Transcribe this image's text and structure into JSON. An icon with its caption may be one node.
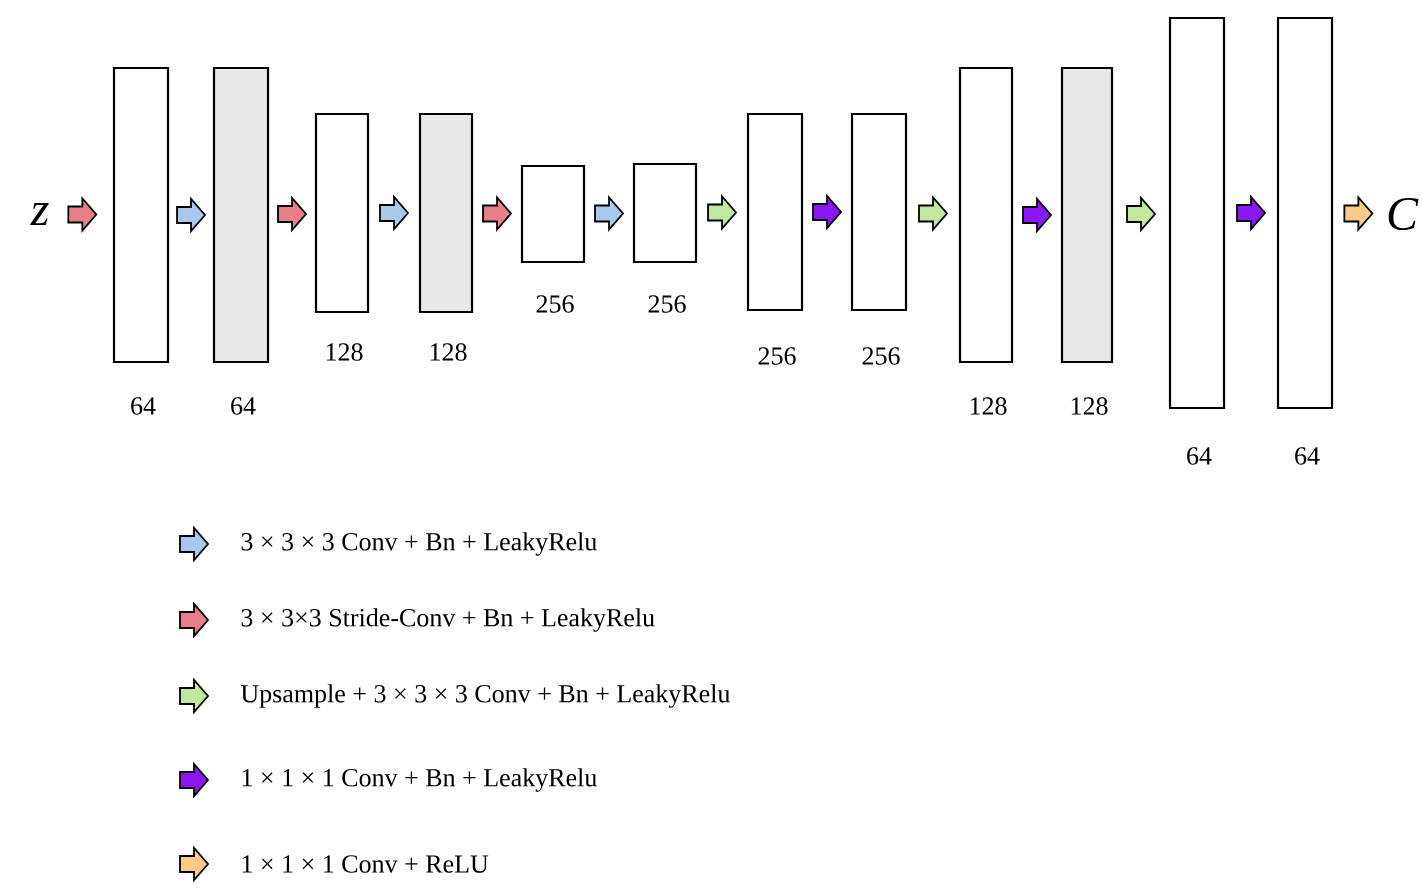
{
  "diagram": {
    "nodes": [
      {
        "text": [
          "z"
        ]
      },
      {
        "text": [],
        "shape": "box",
        "beside": [
          "64"
        ]
      },
      {
        "text": [],
        "shape": "box",
        "beside": [
          "64"
        ]
      },
      {
        "text": [],
        "shape": "box",
        "beside": [
          "128"
        ]
      },
      {
        "text": [],
        "shape": "box",
        "beside": [
          "128"
        ]
      },
      {
        "text": [],
        "shape": "box",
        "beside": [
          "256"
        ]
      },
      {
        "text": [],
        "shape": "box",
        "beside": [
          "256"
        ]
      },
      {
        "text": [],
        "shape": "box",
        "beside": [
          "256"
        ]
      },
      {
        "text": [],
        "shape": "box",
        "beside": [
          "256"
        ]
      },
      {
        "text": [],
        "shape": "box",
        "beside": [
          "128"
        ]
      },
      {
        "text": [],
        "shape": "box",
        "beside": [
          "128"
        ]
      },
      {
        "text": [],
        "shape": "box",
        "beside": [
          "64"
        ]
      },
      {
        "text": [],
        "shape": "box",
        "beside": [
          "64"
        ]
      },
      {
        "text": [
          "C"
        ]
      }
    ],
    "edges": [
      {
        "from": 0,
        "to": 1,
        "arrow": "to",
        "color": "#e87e8a"
      },
      {
        "from": 1,
        "to": 2,
        "arrow": "to",
        "color": "#a8c8ee"
      },
      {
        "from": 2,
        "to": 3,
        "arrow": "to",
        "color": "#e87e8a"
      },
      {
        "from": 3,
        "to": 4,
        "arrow": "to",
        "color": "#a8c8ee"
      },
      {
        "from": 4,
        "to": 5,
        "arrow": "to",
        "color": "#e87e8a"
      },
      {
        "from": 5,
        "to": 6,
        "arrow": "to",
        "color": "#a8c8ee"
      },
      {
        "from": 6,
        "to": 7,
        "arrow": "to",
        "color": "#c2e8a0"
      },
      {
        "from": 7,
        "to": 8,
        "arrow": "to",
        "color": "#8b17f5"
      },
      {
        "from": 8,
        "to": 9,
        "arrow": "to",
        "color": "#c2e8a0"
      },
      {
        "from": 9,
        "to": 10,
        "arrow": "to",
        "color": "#8b17f5"
      },
      {
        "from": 10,
        "to": 11,
        "arrow": "to",
        "color": "#c2e8a0"
      },
      {
        "from": 11,
        "to": 12,
        "arrow": "to",
        "color": "#8b17f5"
      },
      {
        "from": 12,
        "to": 13,
        "arrow": "to",
        "color": "#fbc98a"
      }
    ],
    "legend": [
      {
        "text": "3 × 3 × 3 Conv + Bn + LeakyRelu",
        "color": "#a8c8ee"
      },
      {
        "text": "3 × 3×3 Stride-Conv + Bn + LeakyRelu",
        "color": "#e87e8a"
      },
      {
        "text": "Upsample + 3 × 3 × 3 Conv + Bn + LeakyRelu",
        "color": "#c2e8a0"
      },
      {
        "text": "1 × 1 × 1 Conv + Bn + LeakyRelu",
        "color": "#8b17f5"
      },
      {
        "text": "1 × 1 × 1 Conv + ReLU",
        "color": "#fbc98a"
      }
    ]
  }
}
